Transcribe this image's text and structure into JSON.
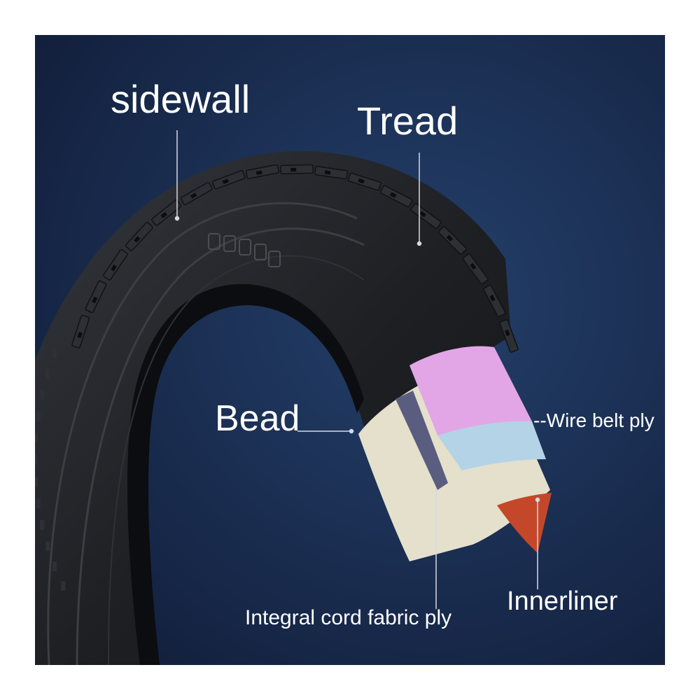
{
  "labels": {
    "sidewall": "sidewall",
    "tread": "Tread",
    "bead": "Bead",
    "wire_belt_ply": "--Wire belt ply",
    "integral_cord_fabric_ply": "Integral cord fabric ply",
    "innerliner": "Innerliner"
  },
  "colors": {
    "background": "#1a2d52",
    "tire_rubber": "#1e2023",
    "tread_block": "#2c2f33",
    "wire_belt_layer": "#e2a6e6",
    "cord_fabric_layer": "#b4d3e6",
    "casing_layer": "#e4e0cc",
    "side_strip": "#5a5d80",
    "innerliner": "#c4472a",
    "leader_line": "#d5d9e2"
  },
  "icons": {
    "tire": "tire-cutaway-icon"
  }
}
